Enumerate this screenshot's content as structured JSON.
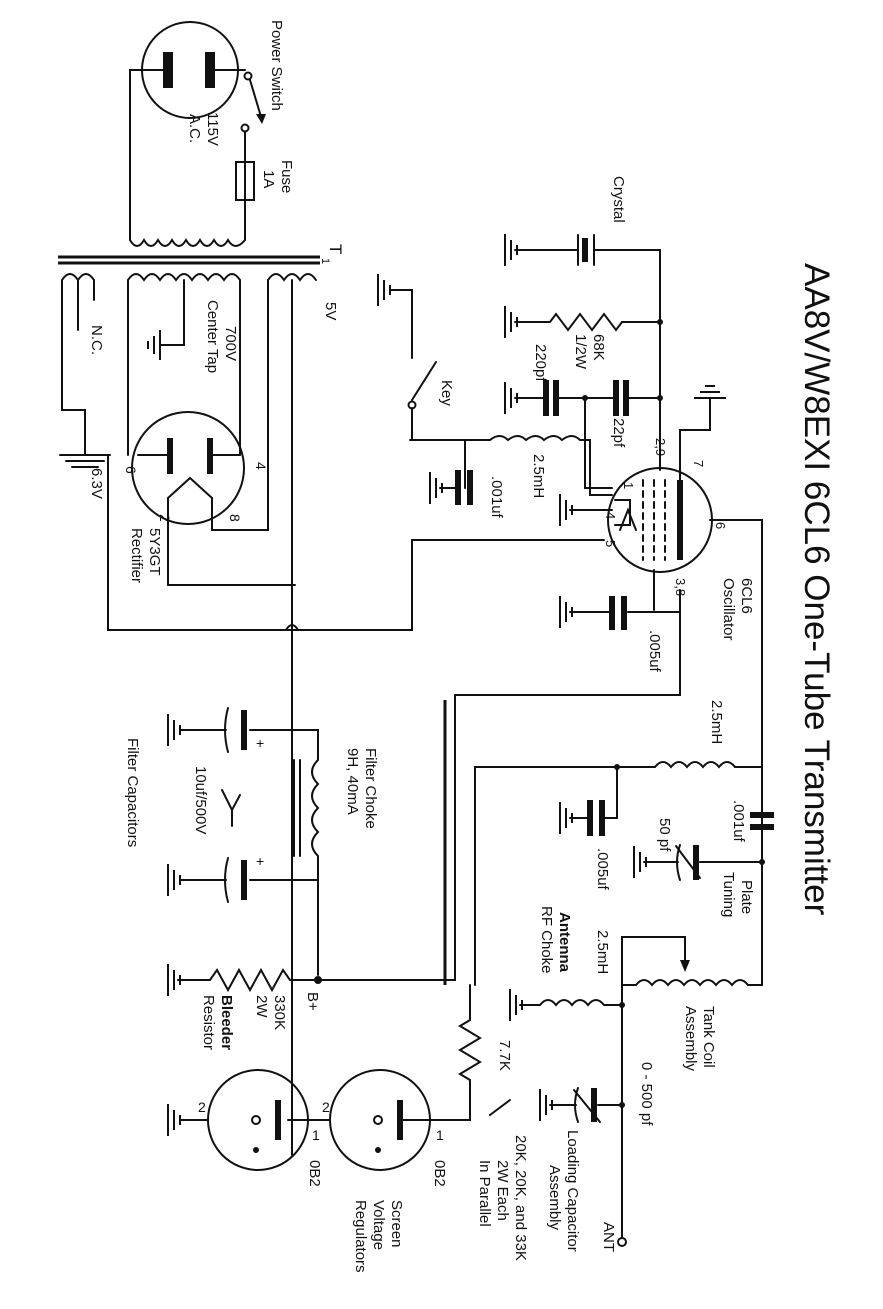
{
  "title": "AA8V/W8EXI 6CL6 One-Tube Transmitter",
  "labels": {
    "power_switch": "Power Switch",
    "ac_line": "115V",
    "ac_line2": "A.C.",
    "fuse": "Fuse",
    "fuse_rating": "1A",
    "transformer": "T",
    "transformer_sub": "1",
    "five_v": "5V",
    "seven_hundred_v": "700V",
    "center_tap": "Center Tap",
    "nc": "N.C.",
    "six_three_v": "6.3V",
    "rect_tube": "5Y3GT",
    "rect_desc": "Rectifier",
    "pin4": "4",
    "pin6r": "6",
    "pin2r": "2",
    "pin8": "8",
    "crystal": "Crystal",
    "r68k": "68K",
    "r68k_w": "1/2W",
    "c220": "220pf",
    "c22": "22pf",
    "key": "Key",
    "rfc1": "2.5mH",
    "c001a": ".001uf",
    "pins29": "2,9",
    "pin7": "7",
    "pin1": "1",
    "pins45": "4",
    "pin5": "5",
    "pin6": "6",
    "pins38": "3,8",
    "osc_tube": "6CL6",
    "osc_desc": "Oscillator",
    "c005a": ".005uf",
    "rfc2": "2.5mH",
    "c001b": ".001uf",
    "c50": "50 pf",
    "plate_tuning": "Plate",
    "plate_tuning2": "Tuning",
    "c005b": ".005uf",
    "tank": "Tank Coil",
    "tank2": "Assembly",
    "rfc3": "2.5mH",
    "ant_choke": "Antenna",
    "ant_choke2": "RF Choke",
    "load_range": "0 - 500 pf",
    "load": "Loading Capacitor",
    "load2": "Assembly",
    "ant": "ANT",
    "filter_choke": "Filter Choke",
    "filter_choke2": "9H, 40mA",
    "filter_caps": "Filter Capacitors",
    "cap_rating": "10uf/500V",
    "plus": "+",
    "b_plus": "B+",
    "bleeder_val": "330K",
    "bleeder_w": "2W",
    "bleeder": "Bleeder",
    "bleeder2": "Resistor",
    "r77k": "7.7K",
    "parallel1": "20K, 20K, and 33K",
    "parallel2": "2W Each",
    "parallel3": "In Parallel",
    "vr_tube": "0B2",
    "vr_desc1": "Screen",
    "vr_desc2": "Voltage",
    "vr_desc3": "Regulators",
    "vr_pin1": "1",
    "vr_pin2": "2"
  }
}
